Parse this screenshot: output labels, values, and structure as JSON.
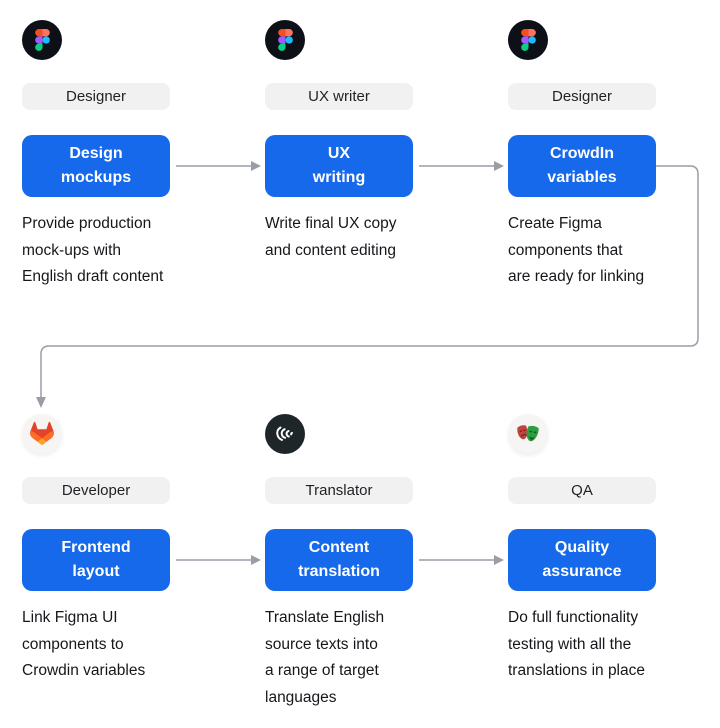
{
  "page": {
    "background": "#ffffff"
  },
  "colors": {
    "accent_blue": "#1569EA",
    "button_text": "#FFFFFF",
    "pill_bg": "#F1F1F1",
    "pill_text": "#1F2125",
    "description_text": "#15171B",
    "connector_gray": "#999EA6",
    "figma_circle": "#0E1018",
    "crowdin_circle": "#1F2629",
    "light_circle": "#F6F5F4"
  },
  "steps": [
    {
      "icon": "figma-icon",
      "role": "Designer",
      "action": "Design\nmockups",
      "description": "Provide production\nmock-ups with\nEnglish draft content"
    },
    {
      "icon": "figma-icon",
      "role": "UX writer",
      "action": "UX\nwriting",
      "description": "Write final UX copy\nand content editing"
    },
    {
      "icon": "figma-icon",
      "role": "Designer",
      "action": "CrowdIn\nvariables",
      "description": "Create Figma\ncomponents that\nare ready for linking"
    },
    {
      "icon": "gitlab-icon",
      "role": "Developer",
      "action": "Frontend\nlayout",
      "description": "Link Figma UI\ncomponents to\nCrowdin variables"
    },
    {
      "icon": "crowdin-icon",
      "role": "Translator",
      "action": "Content\ntranslation",
      "description": "Translate English\nsource texts into\na range of target\nlanguages"
    },
    {
      "icon": "masks-icon",
      "role": "QA",
      "action": "Quality\nassurance",
      "description": "Do full functionality\ntesting with all the\ntranslations in place"
    }
  ]
}
